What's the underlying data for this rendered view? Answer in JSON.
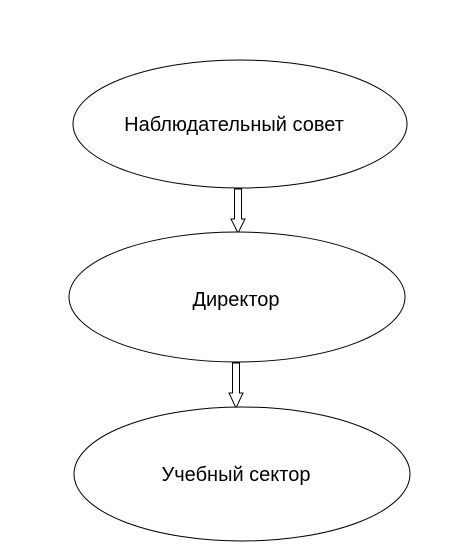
{
  "nodes": [
    {
      "label": "Наблюдательный совет"
    },
    {
      "label": "Директор"
    },
    {
      "label": "Учебный сектор"
    }
  ],
  "colors": {
    "background": "#ffffff",
    "stroke": "#000000",
    "text": "#000000"
  }
}
